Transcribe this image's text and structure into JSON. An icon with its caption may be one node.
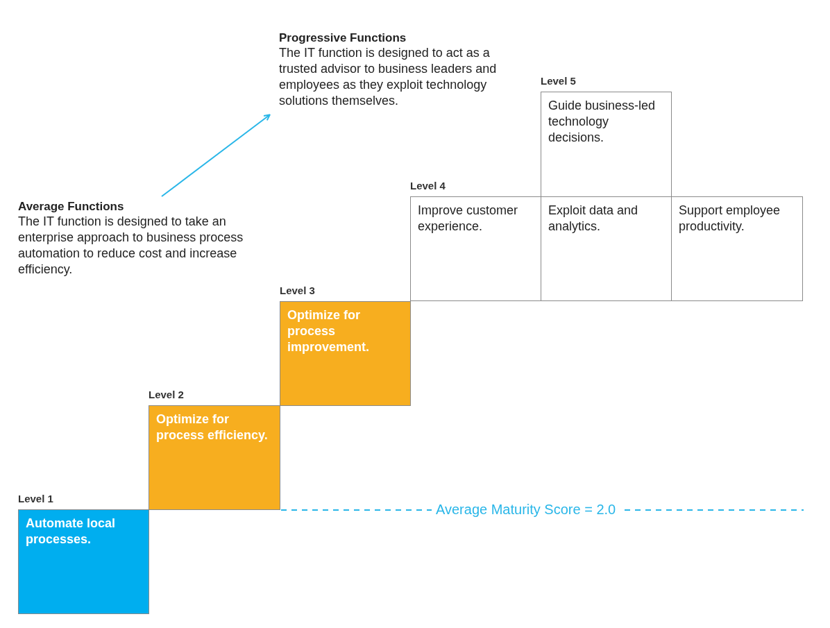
{
  "diagram": {
    "nodes": [
      {
        "text": [
          "Average Functions",
          "The IT function is designed to take an enterprise approach to business process automation to reduce cost and increase efficiency."
        ]
      },
      {
        "text": [
          "Progressive Functions",
          "The IT function is designed to act as a trusted advisor to business leaders and employees as they exploit technology solutions themselves."
        ]
      },
      {
        "text": [
          "Level 1",
          "Automate local processes."
        ]
      },
      {
        "text": [
          "Level 2",
          "Optimize for process efficiency."
        ]
      },
      {
        "text": [
          "Level 3",
          "Optimize for process improvement."
        ]
      },
      {
        "text": [
          "Level 4",
          "Improve customer experience."
        ]
      },
      {
        "text": [
          "Exploit data and analytics."
        ]
      },
      {
        "text": [
          "Support employee productivity."
        ]
      },
      {
        "text": [
          "Level 5",
          "Guide business-led technology decisions."
        ]
      }
    ],
    "edges": [
      {
        "from": 0,
        "to": 1,
        "arrow": "to"
      }
    ],
    "labels": [
      "Average Maturity Score = 2.0"
    ]
  }
}
